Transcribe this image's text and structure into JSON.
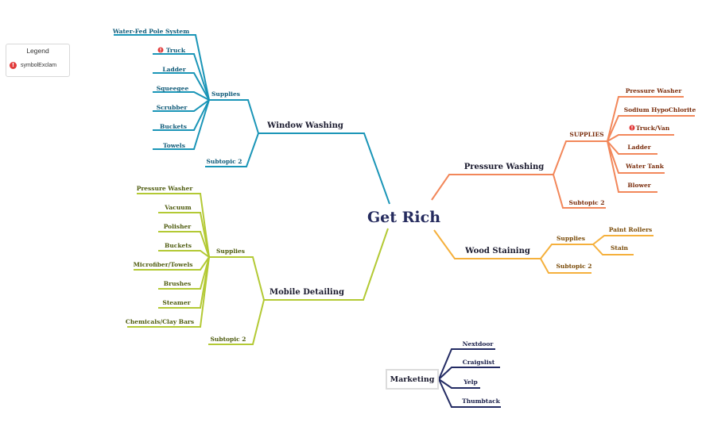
{
  "colors": {
    "window_washing": "#1a95b7",
    "pressure_washing": "#f2875a",
    "wood_staining": "#f5b03c",
    "mobile_detailing": "#b3c934",
    "marketing": "#232b63",
    "central": "#252b5e",
    "exclamation": "#e23b3b"
  },
  "central": {
    "label": "Get Rich"
  },
  "legend": {
    "title": "Legend",
    "item_label": "symbolExclam",
    "item_icon": "exclamation-icon"
  },
  "window_washing": {
    "label": "Window Washing",
    "supplies_label": "Supplies",
    "supplies": [
      "Water-Fed Pole System",
      "Truck",
      "Ladder",
      "Squeegee",
      "Scrubber",
      "Buckets",
      "Towels"
    ],
    "subtopic_label": "Subtopic 2"
  },
  "mobile_detailing": {
    "label": "Mobile Detailing",
    "supplies_label": "Supplies",
    "supplies": [
      "Pressure Washer",
      "Vacuum",
      "Polisher",
      "Buckets",
      "Microfiber/Towels",
      "Brushes",
      "Steamer",
      "Chemicals/Clay Bars"
    ],
    "subtopic_label": "Subtopic 2"
  },
  "pressure_washing": {
    "label": "Pressure Washing",
    "supplies_label": "SUPPLIES",
    "supplies": [
      "Pressure Washer",
      "Sodium HypoChlorite",
      "Truck/Van",
      "Ladder",
      "Water Tank",
      "Blower"
    ],
    "subtopic_label": "Subtopic 2"
  },
  "wood_staining": {
    "label": "Wood Staining",
    "supplies_label": "Supplies",
    "supplies": [
      "Paint Rollers",
      "Stain"
    ],
    "subtopic_label": "Subtopic 2"
  },
  "marketing": {
    "label": "Marketing",
    "items": [
      "Nextdoor",
      "Craigslist",
      "Yelp",
      "Thumbtack"
    ]
  }
}
